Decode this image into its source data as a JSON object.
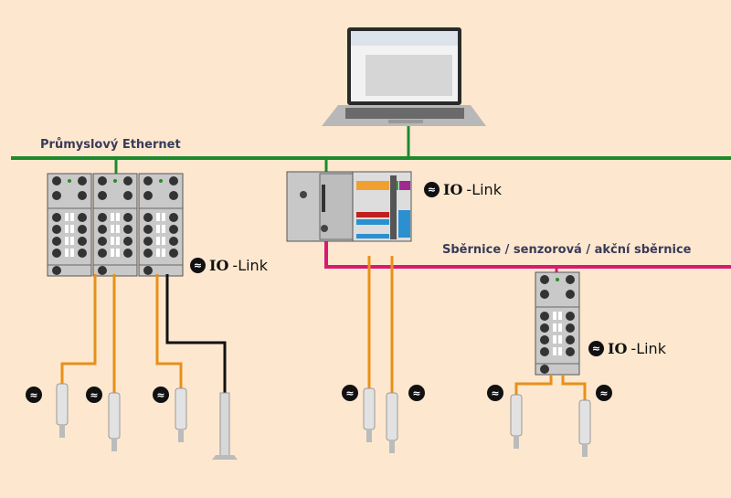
{
  "labels": {
    "ethernet": "Průmyslový Ethernet",
    "fieldbus": "Sběrnice / senzorová / akční sběrnice"
  },
  "io_link": {
    "brand_bold": "IO",
    "brand_rest": "-Link",
    "icon_glyph": "≈"
  },
  "colors": {
    "background": "#fde8cf",
    "ethernet_line": "#1e8a2e",
    "fieldbus_line": "#d81b72",
    "sensor_cable": "#e8901a",
    "black_cable": "#111111"
  },
  "nodes": {
    "laptop": "engineering-pc",
    "left_masters": 3,
    "controller": "plc-with-io-terminals",
    "right_master": 1
  },
  "sensors": {
    "left_group": 4,
    "middle_group": 2,
    "right_group": 2
  }
}
